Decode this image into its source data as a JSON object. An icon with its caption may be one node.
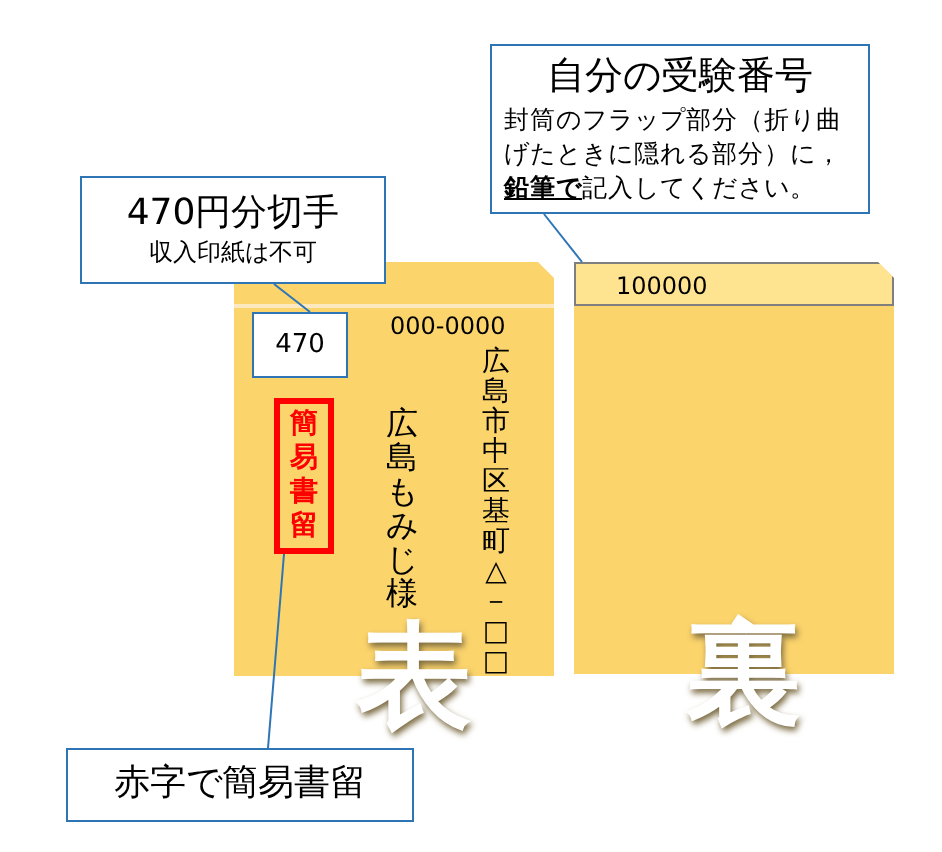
{
  "diagram": {
    "nodes": [
      {
        "text": [],
        "shape": "box"
      },
      {
        "text": [
          "470"
        ],
        "in": 0
      },
      {
        "text": [
          "簡易書留"
        ],
        "in": 0
      },
      {
        "text": [
          "470円分切手",
          "収入印紙は不可"
        ]
      },
      {
        "text": [
          "赤字で簡易書留"
        ]
      },
      {
        "text": [],
        "shape": "box"
      },
      {
        "text": [
          "100000"
        ],
        "in": 5
      },
      {
        "text": [
          "自分の受験番号",
          "封筒のフラップ部分（折り曲げたときに隠れる部分）に，**鉛筆で**記入してください。"
        ]
      }
    ],
    "edges": [
      {
        "from": 3,
        "to": 1,
        "arrow": "none"
      },
      {
        "from": 4,
        "to": 2,
        "arrow": "none"
      },
      {
        "from": 7,
        "to": 6,
        "arrow": "none"
      }
    ],
    "labels": [
      "000-0000",
      "広島市中区基町△－□□",
      "広島もみじ",
      "様",
      "表",
      "裏"
    ]
  }
}
